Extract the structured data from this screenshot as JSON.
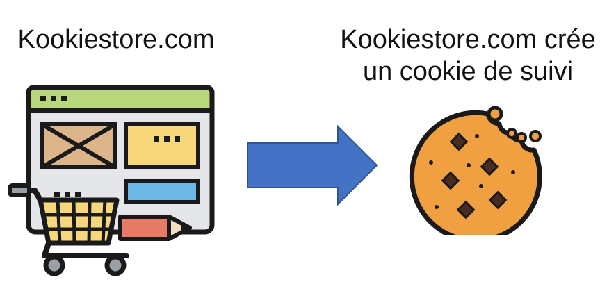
{
  "left": {
    "title": "Kookiestore.com"
  },
  "right": {
    "title_line1": "Kookiestore.com crée",
    "title_line2": "un cookie de suivi"
  },
  "icons": {
    "store": "online-shop-cart-icon",
    "arrow": "right-arrow",
    "cookie": "cookie-icon"
  },
  "colors": {
    "arrow": "#4472C4",
    "cookie": "#F0A040",
    "browser_bar": "#B7D77A",
    "cart_basket": "#F7D77C",
    "pencil": "#E87B68",
    "blue_bar": "#6CB8E6",
    "image_box": "#DDB58A"
  }
}
